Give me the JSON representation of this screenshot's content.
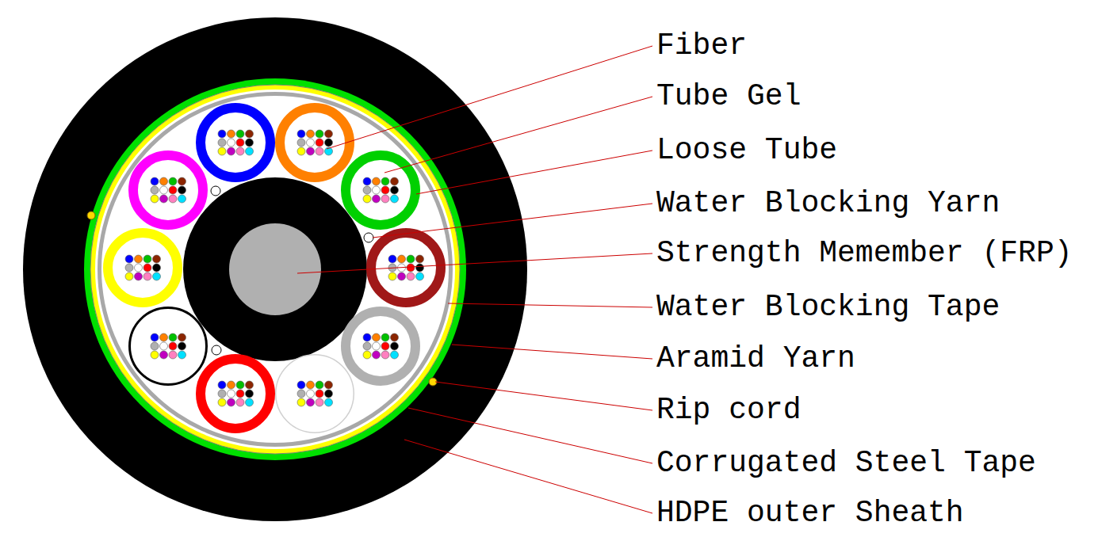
{
  "diagram": {
    "labels": [
      "Fiber",
      "Tube Gel",
      "Loose Tube",
      "Water Blocking Yarn",
      "Strength Memember (FRP)",
      "Water Blocking Tape",
      "Aramid Yarn",
      "Rip cord",
      "Corrugated Steel Tape",
      "HDPE outer Sheath"
    ]
  }
}
